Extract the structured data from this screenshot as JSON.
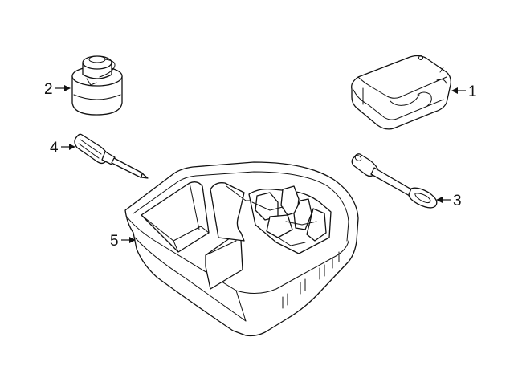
{
  "diagram": {
    "callouts": [
      {
        "id": "1",
        "label": "1",
        "part": "tire-repair-kit-case"
      },
      {
        "id": "2",
        "label": "2",
        "part": "compressor-canister"
      },
      {
        "id": "3",
        "label": "3",
        "part": "tow-eye-hook"
      },
      {
        "id": "4",
        "label": "4",
        "part": "screwdriver"
      },
      {
        "id": "5",
        "label": "5",
        "part": "storage-tray"
      }
    ],
    "colors": {
      "line": "#111111",
      "background": "#ffffff"
    }
  }
}
